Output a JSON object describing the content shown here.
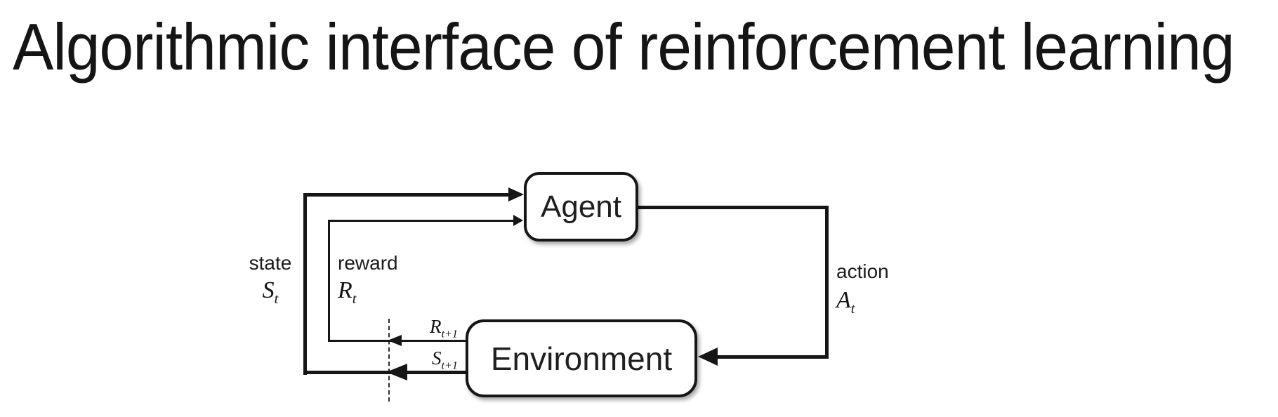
{
  "title": "Algorithmic interface of reinforcement learning",
  "diagram": {
    "nodes": {
      "agent": "Agent",
      "environment": "Environment"
    },
    "labels": {
      "state": "state",
      "reward": "reward",
      "action": "action",
      "state_symbol": {
        "base": "S",
        "sub": "t"
      },
      "reward_symbol": {
        "base": "R",
        "sub": "t"
      },
      "action_symbol": {
        "base": "A",
        "sub": "t"
      },
      "next_reward_symbol": {
        "base": "R",
        "sub": "t+1"
      },
      "next_state_symbol": {
        "base": "S",
        "sub": "t+1"
      }
    },
    "colors": {
      "line": "#161616",
      "background": "#ffffff",
      "text": "#1c1c1c"
    }
  }
}
